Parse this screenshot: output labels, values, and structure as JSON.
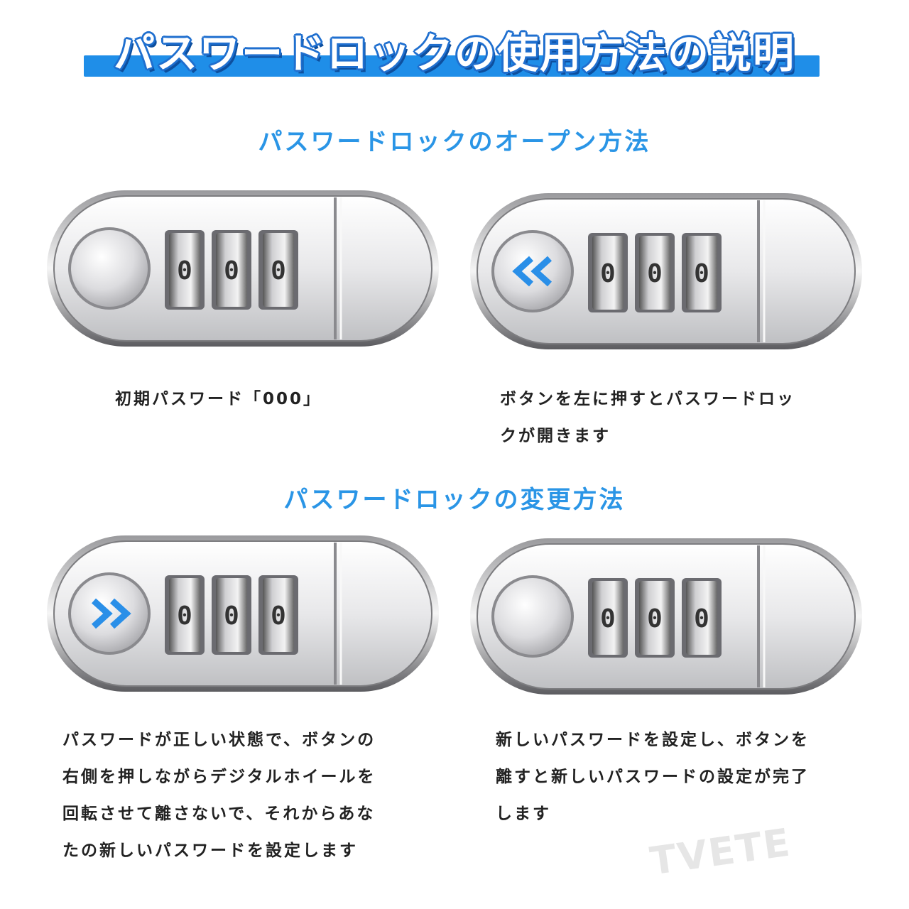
{
  "title": "パスワードロックの使用方法の説明",
  "sections": [
    {
      "heading": "パスワードロックのオープン方法",
      "steps": [
        {
          "caption_lines": [
            "初期パスワード「000」"
          ],
          "button_arrow": "none",
          "digits": [
            "0",
            "0",
            "0"
          ]
        },
        {
          "caption_lines": [
            "ボタンを左に押すとパスワードロッ",
            "クが開きます"
          ],
          "button_arrow": "left",
          "digits": [
            "0",
            "0",
            "0"
          ]
        }
      ]
    },
    {
      "heading": "パスワードロックの変更方法",
      "steps": [
        {
          "caption_lines": [
            "パスワードが正しい状態で、ボタンの",
            "右側を押しながらデジタルホイールを",
            "回転させて離さないで、それからあな",
            "たの新しいパスワードを設定します"
          ],
          "button_arrow": "right",
          "digits": [
            "0",
            "0",
            "0"
          ]
        },
        {
          "caption_lines": [
            "新しいパスワードを設定し、ボタンを",
            "離すと新しいパスワードの設定が完了",
            "します"
          ],
          "button_arrow": "none",
          "digits": [
            "0",
            "0",
            "0"
          ]
        }
      ]
    }
  ],
  "watermark": "TVETE",
  "colors": {
    "accent": "#1f8ee8",
    "heading": "#2a95e6",
    "arrow": "#2a8fe8"
  },
  "icons": {
    "left_arrow": "double-chevron-left-icon",
    "right_arrow": "double-chevron-right-icon"
  }
}
